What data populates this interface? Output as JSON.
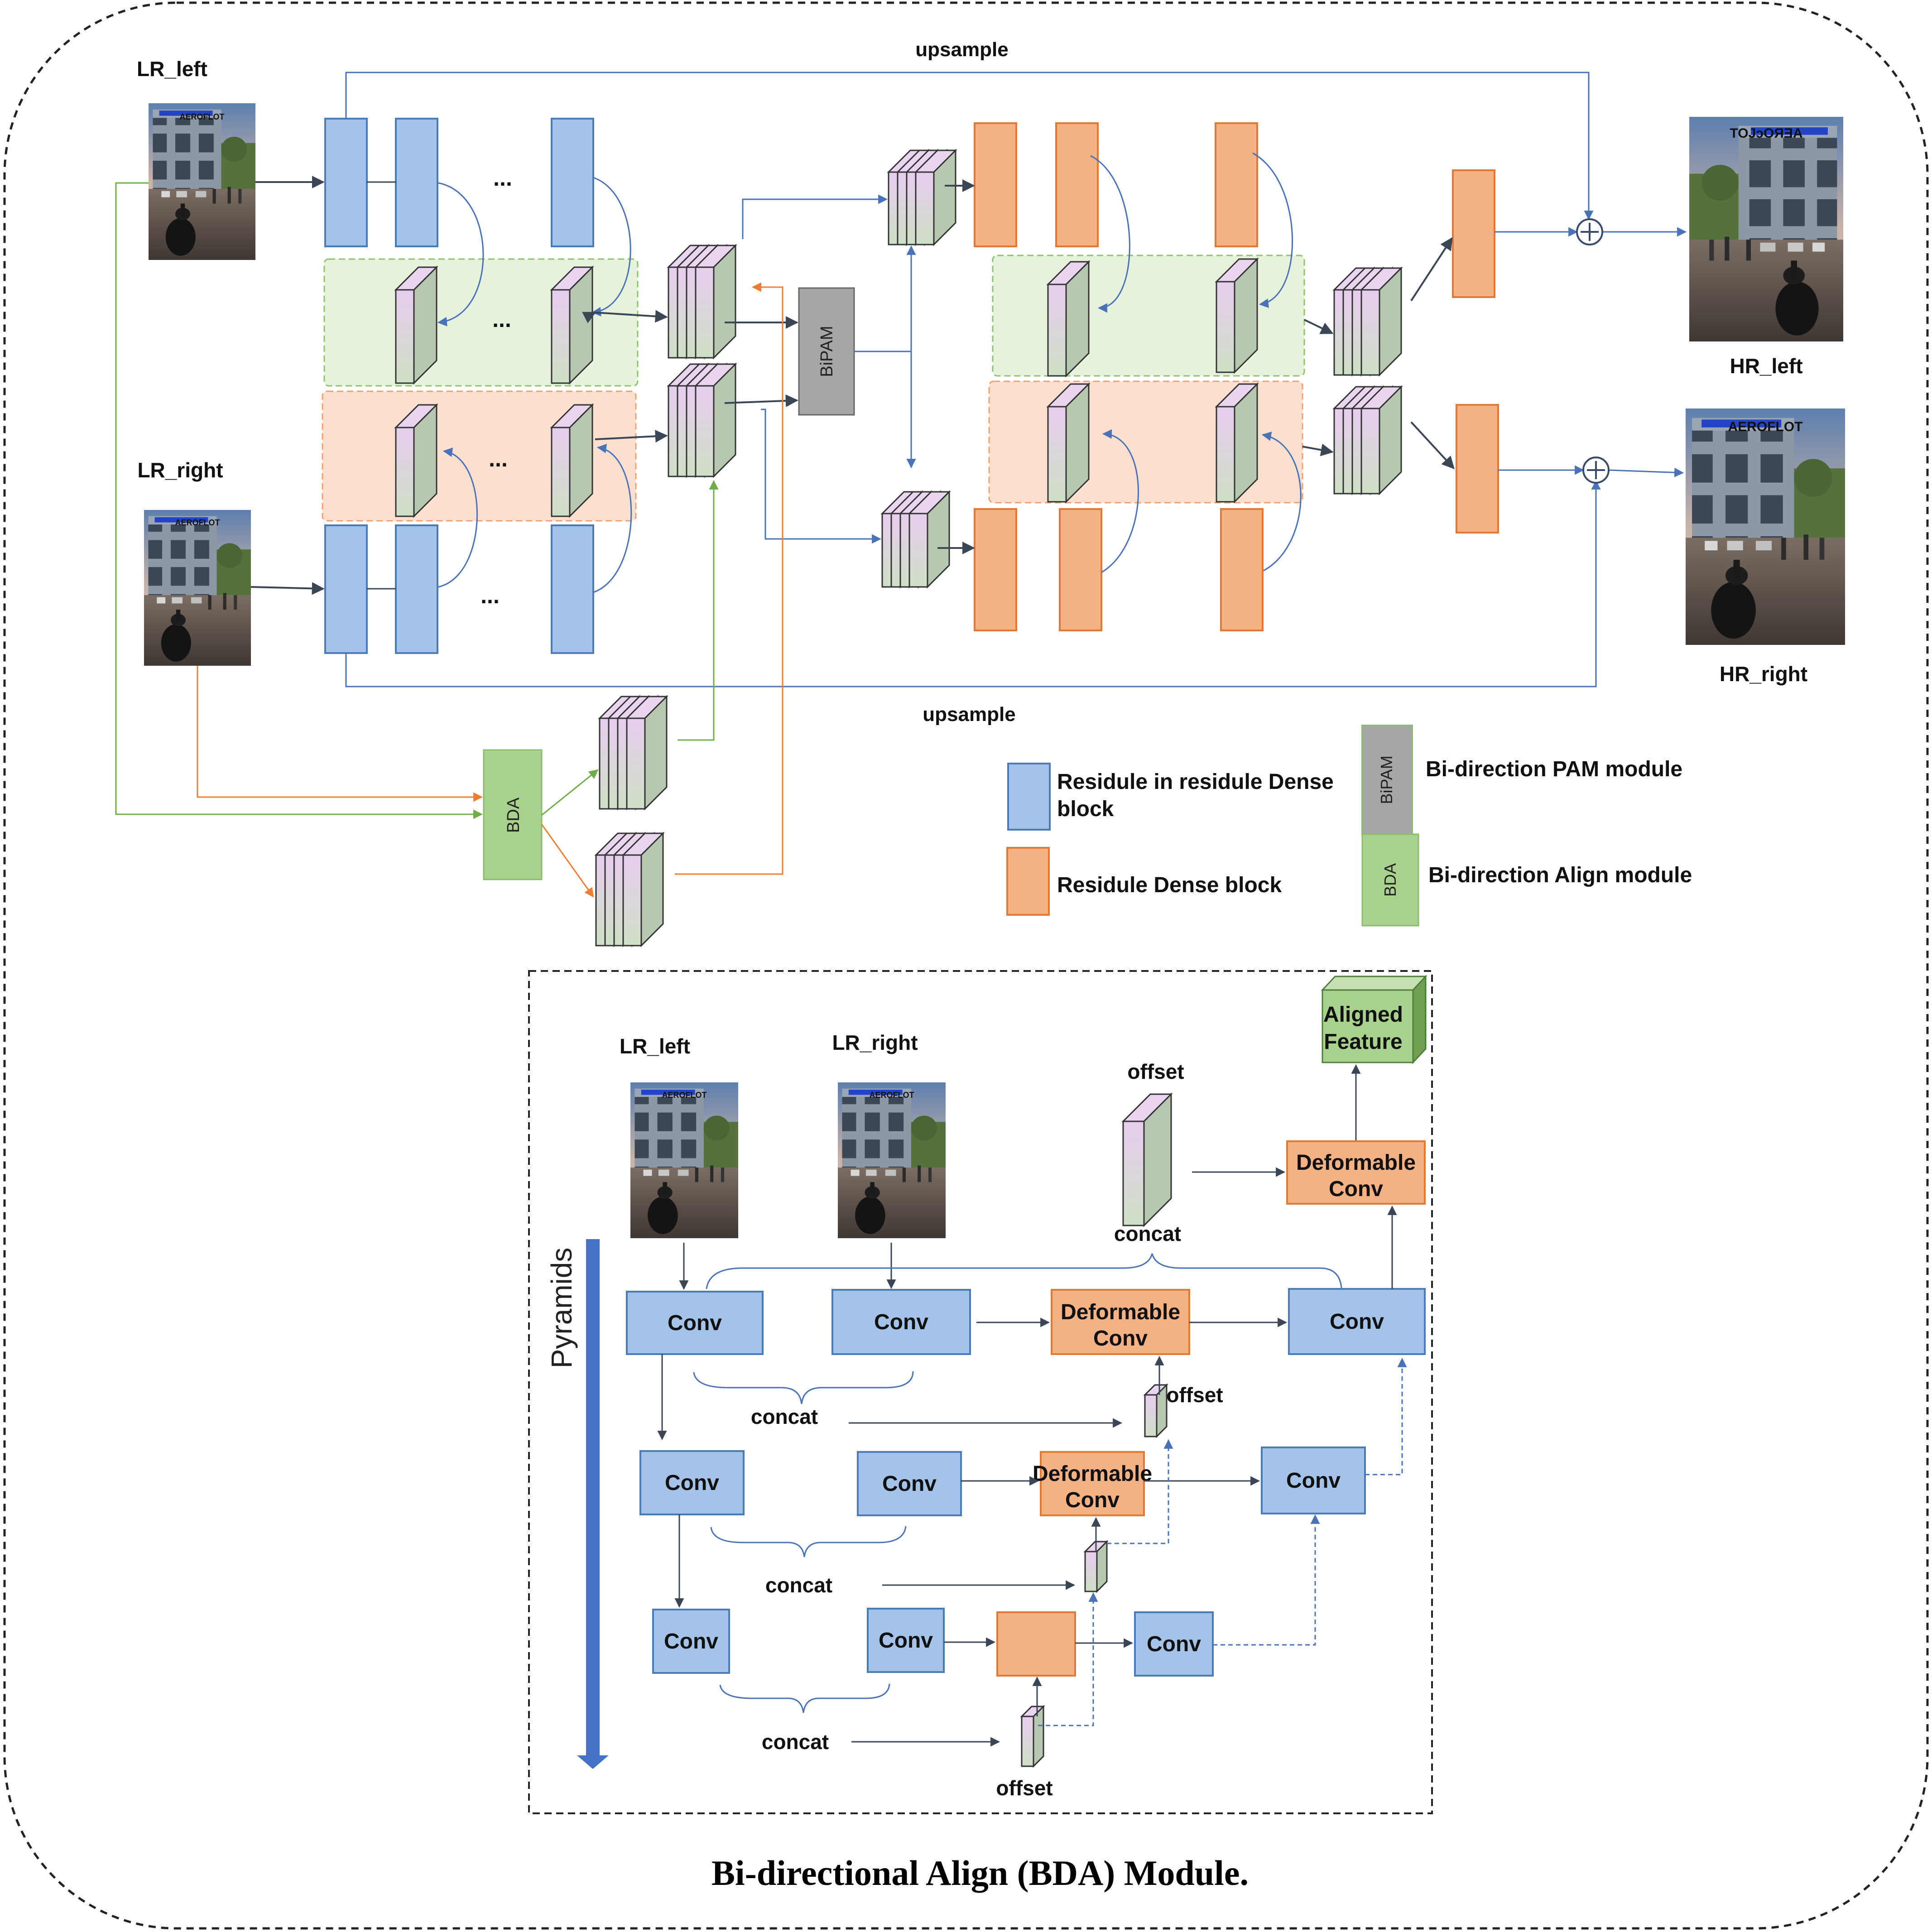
{
  "main": {
    "lr_left": "LR_left",
    "lr_right": "LR_right",
    "hr_left": "HR_left",
    "hr_right": "HR_right",
    "upsample_top": "upsample",
    "upsample_bottom": "upsample",
    "bipam": "BiPAM",
    "bda": "BDA",
    "ellipsis": "..."
  },
  "legend": {
    "rrdb_line1": "Residule in residule Dense",
    "rrdb_line2": "block",
    "rdb": "Residule Dense block",
    "bipam_tag": "BiPAM",
    "bipam_desc": "Bi-direction PAM module",
    "bda_tag": "BDA",
    "bda_desc": "Bi-direction Align module"
  },
  "bda_detail": {
    "lr_left": "LR_left",
    "lr_right": "LR_right",
    "pyramids": "Pyramids",
    "conv": "Conv",
    "deformable_line1": "Deformable",
    "deformable_line2": "Conv",
    "concat": "concat",
    "offset": "offset",
    "aligned_line1": "Aligned",
    "aligned_line2": "Feature"
  },
  "caption": "Bi-directional Align (BDA) Module.",
  "photo": {
    "sign_text": "AEROFLOT",
    "sign_text_mirrored": "TOJɔOЯƎA"
  },
  "colors": {
    "rrdb_fill": "#a3c4e8",
    "rrdb_stroke": "#4a7ab8",
    "rdb_fill": "#f4b183",
    "rdb_stroke": "#e07a35",
    "bipam_fill": "#a6a6a6",
    "bda_fill": "#a9d18e",
    "green_zone": "#e6f2db",
    "orange_zone": "#fbe0cf",
    "arrow_blue": "#4a72b8",
    "arrow_green": "#70ad47",
    "arrow_orange": "#ed7d31",
    "dark_arrow": "#3a4555",
    "pyramid_bar": "#4472c4"
  }
}
